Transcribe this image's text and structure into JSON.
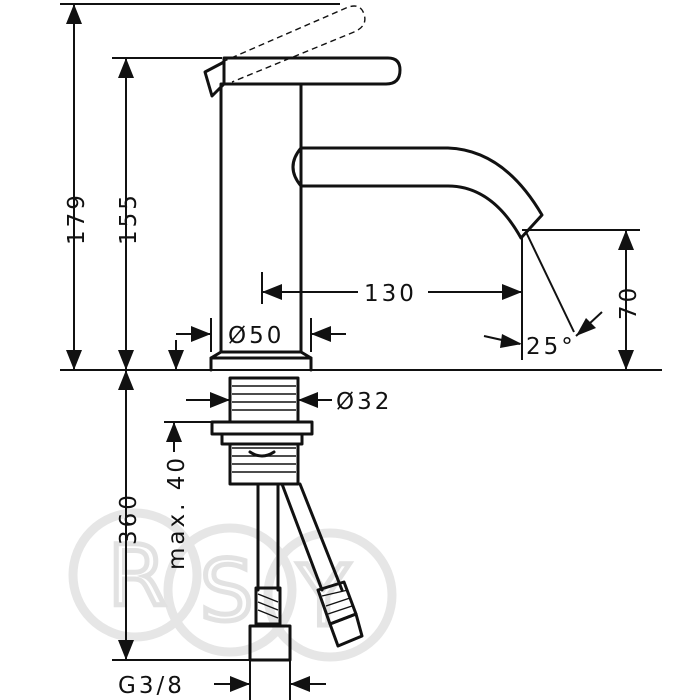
{
  "dimensions": {
    "total_height": "179",
    "body_height": "155",
    "spout_reach": "130",
    "body_diameter": "Ø50",
    "spout_height": "70",
    "spout_angle": "25°",
    "shank_diameter": "Ø32",
    "hose_length": "360",
    "max_thickness": "max. 40",
    "connection": "G3/8"
  },
  "watermark": {
    "text": "RSY"
  },
  "colors": {
    "line": "#111111",
    "watermark": "#e2e2e2",
    "background": "#ffffff"
  }
}
